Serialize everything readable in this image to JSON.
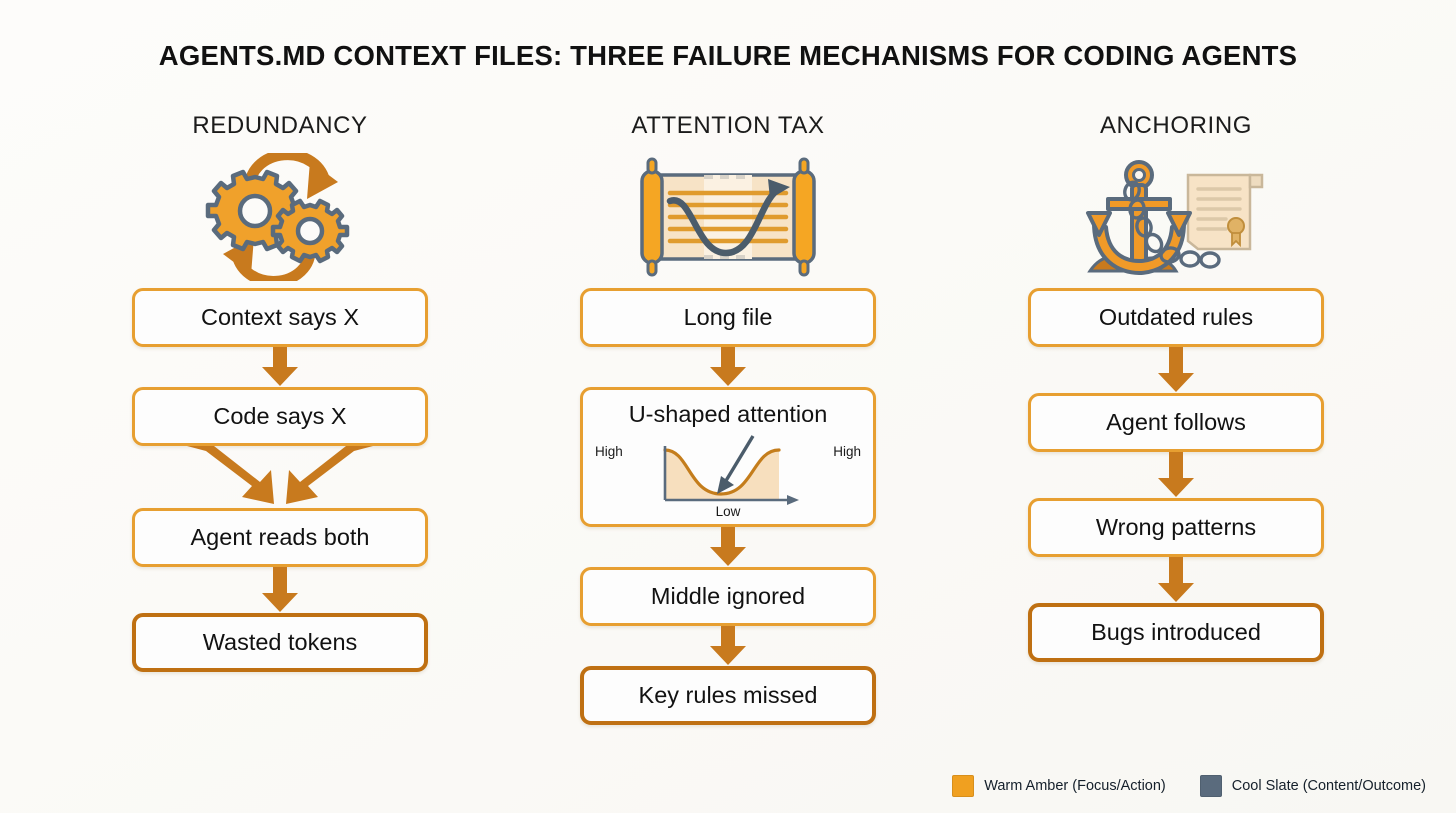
{
  "title": "AGENTS.MD CONTEXT FILES: THREE FAILURE MECHANISMS FOR CODING AGENTS",
  "colors": {
    "amber": "#F0A020",
    "amber_border": "#E79F31",
    "amber_dark": "#BF7012",
    "slate": "#5A6B7D",
    "background": "#FCFBF9",
    "node_fill": "#FDFDFD",
    "peach_fill": "#F7DFBE"
  },
  "columns": [
    {
      "heading": "REDUNDANCY",
      "icon": "two-gears-cycle-icon",
      "nodes": [
        {
          "label": "Context says X",
          "final": false
        },
        {
          "label": "Code says X",
          "final": false
        },
        {
          "label": "Agent reads both",
          "final": false
        },
        {
          "label": "Wasted tokens",
          "final": true
        }
      ],
      "connectors": [
        "straight-down-arrow",
        "split-converging-arrows",
        "straight-down-arrow"
      ]
    },
    {
      "heading": "ATTENTION TAX",
      "icon": "scroll-u-curve-icon",
      "nodes": [
        {
          "label": "Long file",
          "final": false
        },
        {
          "label": "U-shaped attention",
          "final": false,
          "has_mini_chart": true
        },
        {
          "label": "Middle ignored",
          "final": false
        },
        {
          "label": "Key rules missed",
          "final": true
        }
      ],
      "connectors": [
        "straight-down-arrow",
        "straight-down-arrow",
        "straight-down-arrow"
      ]
    },
    {
      "heading": "ANCHORING",
      "icon": "anchor-chain-scroll-icon",
      "nodes": [
        {
          "label": "Outdated rules",
          "final": false
        },
        {
          "label": "Agent follows",
          "final": false
        },
        {
          "label": "Wrong patterns",
          "final": false
        },
        {
          "label": "Bugs introduced",
          "final": true
        }
      ],
      "connectors": [
        "straight-down-arrow",
        "straight-down-arrow",
        "straight-down-arrow"
      ]
    }
  ],
  "mini_chart": {
    "label_left": "High",
    "label_right": "High",
    "label_bottom": "Low",
    "annotation_arrow": "arrow-pointing-to-dip"
  },
  "legend": [
    {
      "label": "Warm Amber (Focus/Action)",
      "color": "#F0A020",
      "swatch": "amber-swatch"
    },
    {
      "label": "Cool Slate (Content/Outcome)",
      "color": "#5A6B7D",
      "swatch": "slate-swatch"
    }
  ]
}
